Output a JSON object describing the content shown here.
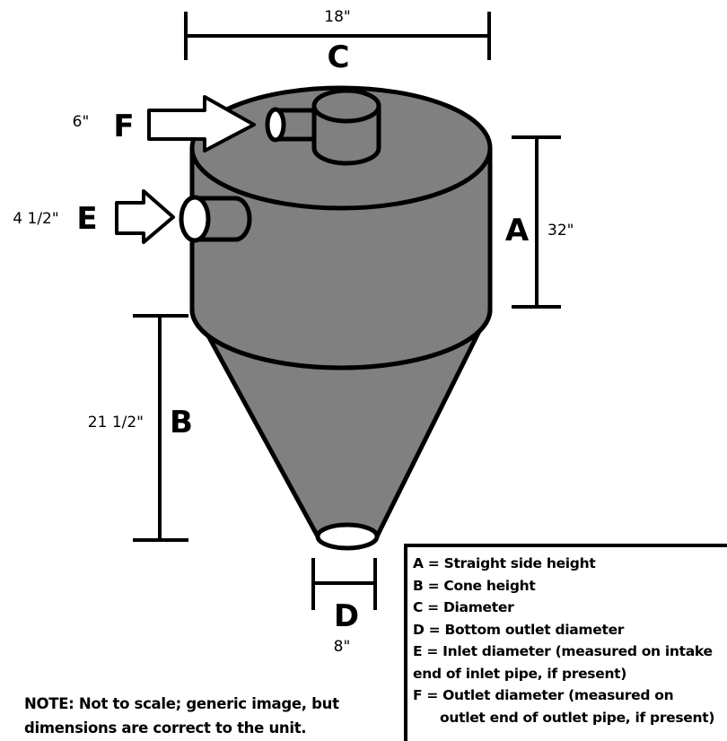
{
  "colors": {
    "body": "#808080",
    "line": "#000000",
    "opening": "#ffffff"
  },
  "dimensions": {
    "C": {
      "letter": "C",
      "value": "18\""
    },
    "A": {
      "letter": "A",
      "value": "32\""
    },
    "B": {
      "letter": "B",
      "value": "21 1/2\""
    },
    "D": {
      "letter": "D",
      "value": "8\""
    },
    "E": {
      "letter": "E",
      "value": "4 1/2\""
    },
    "F": {
      "letter": "F",
      "value": "6\""
    }
  },
  "legend": [
    "A = Straight side height",
    "B = Cone height",
    "C = Diameter",
    "D = Bottom outlet diameter",
    "E = Inlet diameter (measured on intake",
    "end of inlet pipe, if present)",
    "F = Outlet diameter (measured on",
    "outlet end of outlet pipe, if present)"
  ],
  "note": [
    "NOTE:  Not to scale; generic image, but",
    "dimensions are correct to the unit."
  ]
}
